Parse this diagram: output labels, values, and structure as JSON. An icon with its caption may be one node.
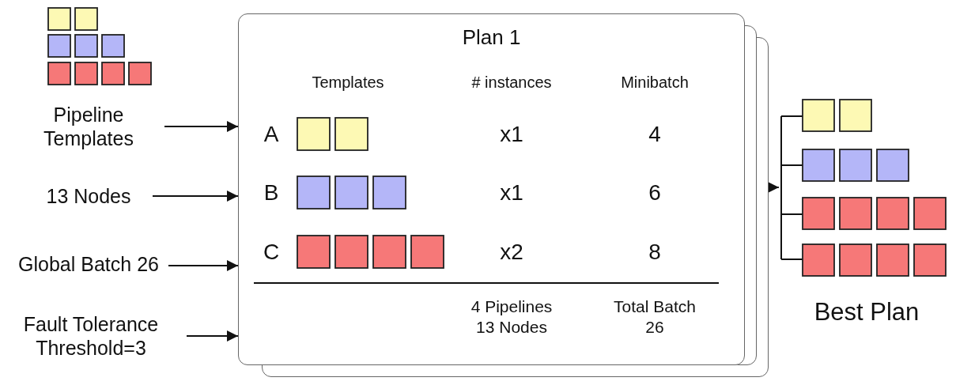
{
  "diagram": {
    "nodes": [
      {
        "text": [
          "Pipeline Templates"
        ]
      },
      {
        "text": [
          "13 Nodes"
        ]
      },
      {
        "text": [
          "Global Batch 26"
        ]
      },
      {
        "text": [
          "Fault Tolerance Threshold=3"
        ]
      },
      {
        "text": [
          "Plan 1"
        ]
      },
      {
        "text": [
          "Best Plan"
        ]
      }
    ],
    "edges": [
      {
        "from": 0,
        "to": 4,
        "arrow": "to"
      },
      {
        "from": 1,
        "to": 4,
        "arrow": "to"
      },
      {
        "from": 2,
        "to": 4,
        "arrow": "to"
      },
      {
        "from": 3,
        "to": 4,
        "arrow": "to"
      },
      {
        "from": 4,
        "to": 5,
        "arrow": "to"
      }
    ],
    "labels": [
      "Templates",
      "# instances",
      "Minibatch",
      "A",
      "x1",
      "4",
      "B",
      "x1",
      "6",
      "C",
      "x2",
      "8",
      "4 Pipelines 13 Nodes",
      "Total Batch 26"
    ]
  }
}
